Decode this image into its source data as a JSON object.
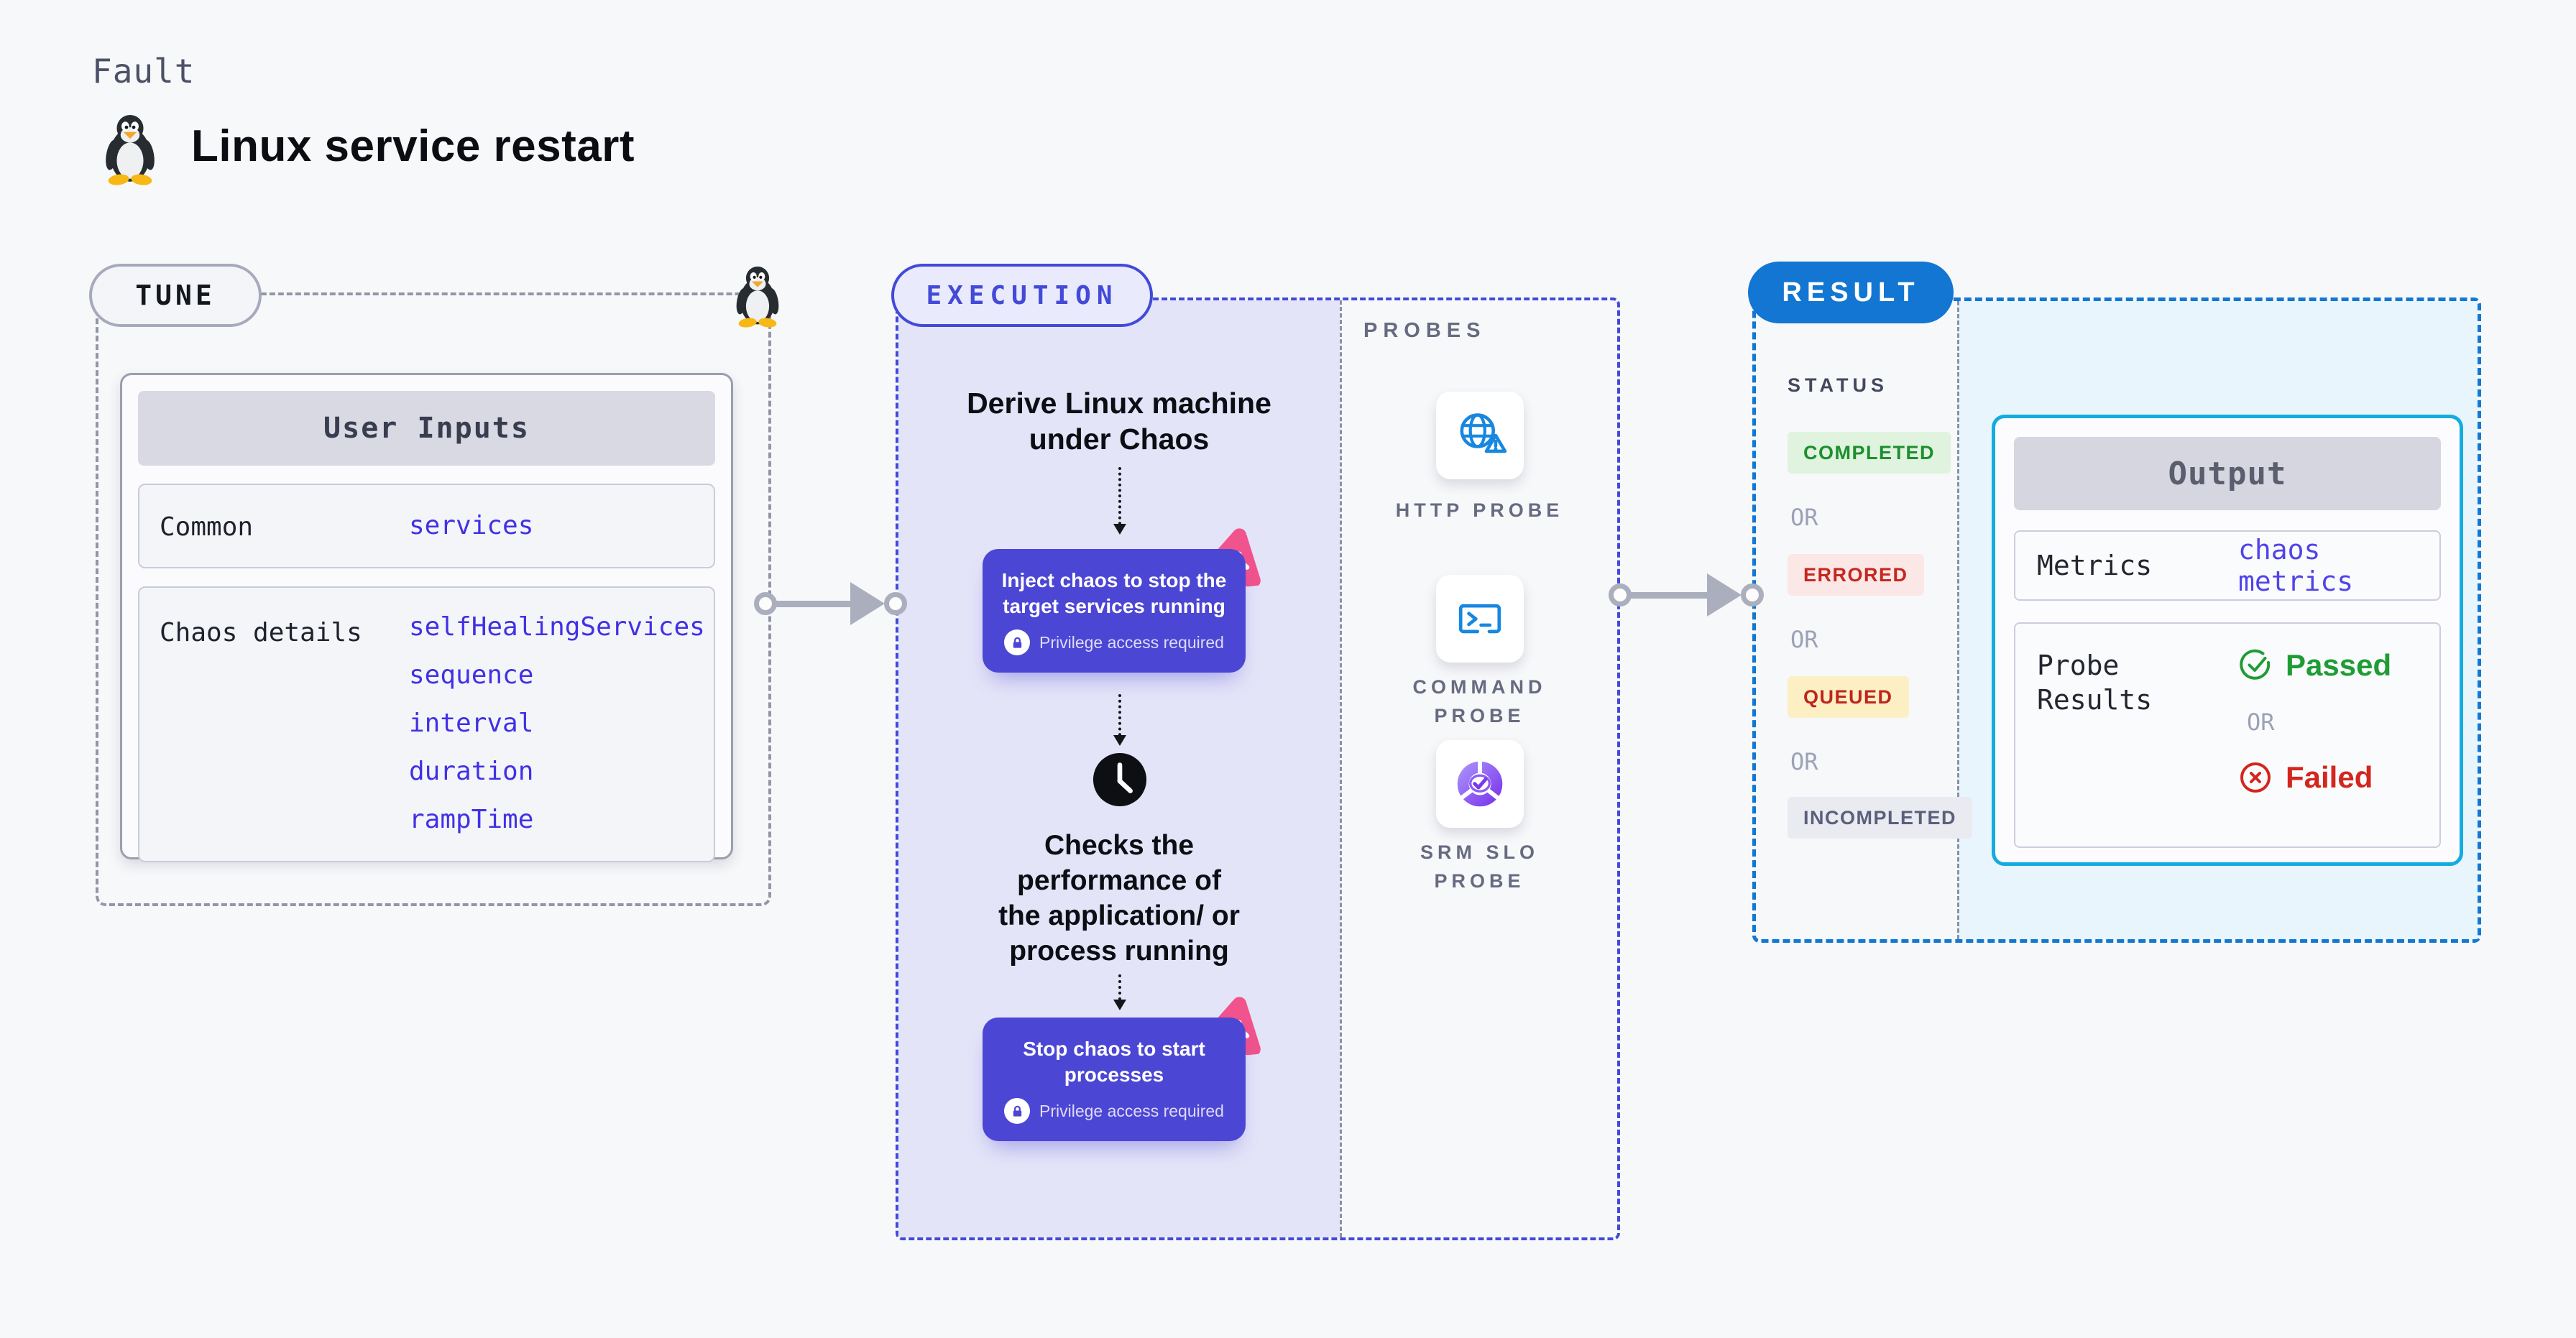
{
  "header": {
    "kicker": "Fault",
    "title": "Linux service restart"
  },
  "tune": {
    "pill": "TUNE",
    "card_title": "User Inputs",
    "rows": [
      {
        "label": "Common",
        "values": [
          "services"
        ]
      },
      {
        "label": "Chaos details",
        "values": [
          "selfHealingServices",
          "sequence",
          "interval",
          "duration",
          "rampTime"
        ]
      }
    ]
  },
  "execution": {
    "pill": "EXECUTION",
    "step1_lines": [
      "Derive Linux machine",
      "under Chaos"
    ],
    "box1_lines": [
      "Inject chaos to stop the",
      "target services running"
    ],
    "privilege_note": "Privilege access required",
    "check_lines": [
      "Checks the",
      "performance of",
      "the application/ or",
      "process running"
    ],
    "box2_lines": [
      "Stop chaos to start",
      "processes"
    ]
  },
  "probes": {
    "title": "PROBES",
    "items": [
      {
        "icon": "globe-alert-icon",
        "label_lines": [
          "HTTP PROBE"
        ]
      },
      {
        "icon": "terminal-icon",
        "label_lines": [
          "COMMAND",
          "PROBE"
        ]
      },
      {
        "icon": "slo-donut-icon",
        "label_lines": [
          "SRM SLO",
          "PROBE"
        ]
      }
    ]
  },
  "result": {
    "pill": "RESULT",
    "status_title": "STATUS",
    "or_label": "OR",
    "statuses": [
      {
        "label": "COMPLETED",
        "fg": "#1c8f2e",
        "bg": "#dff3de"
      },
      {
        "label": "ERRORED",
        "fg": "#c5271f",
        "bg": "#fbe7e6"
      },
      {
        "label": "QUEUED",
        "fg": "#c0251c",
        "bg": "#fcefc4"
      },
      {
        "label": "INCOMPLETED",
        "fg": "#5a5f7b",
        "bg": "#eaebf1"
      }
    ],
    "output": {
      "title": "Output",
      "metrics_label": "Metrics",
      "metrics_value": "chaos metrics",
      "probe_label_lines": [
        "Probe",
        "Results"
      ],
      "passed": "Passed",
      "failed": "Failed"
    }
  },
  "colors": {
    "page_bg": "#f7f8fa",
    "purple_step": "#4c46d4",
    "pink_chaos": "#f1538c",
    "execution_border": "#434ad9",
    "execution_fill": "#e4e4f8",
    "result_border": "#1178d4",
    "result_fill": "#e8f5fc",
    "result_pill": "#1276d2",
    "output_border": "#14acde",
    "link_blue": "#4131e4",
    "passed_green": "#1f9c35",
    "failed_red": "#d3261d",
    "probe_icon_blue": "#1787e0",
    "srm_purple": "#7c3aed",
    "arrow_gray": "#abaebc"
  }
}
